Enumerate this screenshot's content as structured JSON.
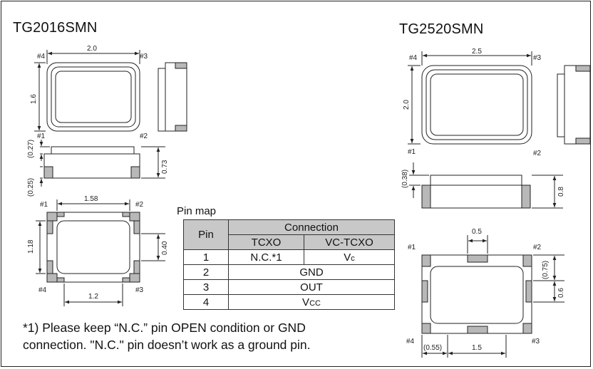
{
  "left_title": "TG2016SMN",
  "right_title": "TG2520SMN",
  "left": {
    "top_pin4": "#4",
    "top_pin3": "#3",
    "top_pin1": "#1",
    "top_pin2": "#2",
    "width": "2.0",
    "height": "1.6",
    "side_top": "(0.27)",
    "side_bottom": "(0.25)",
    "side_height": "0.73",
    "pad_width": "1.58",
    "pad_height": "1.18",
    "pad_gap": "0.40",
    "pad_bottom": "1.2",
    "bot_pin1": "#1",
    "bot_pin2": "#2",
    "bot_pin4": "#4",
    "bot_pin3": "#3"
  },
  "right": {
    "top_pin4": "#4",
    "top_pin3": "#3",
    "top_pin1": "#1",
    "top_pin2": "#2",
    "width": "2.5",
    "height": "2.0",
    "side_top": "(0.38)",
    "side_height": "0.8",
    "pad_top": "0.5",
    "pad_right_upper": "(0.75)",
    "pad_right_lower": "0.6",
    "pad_left_bottom": "(0.55)",
    "pad_bottom": "1.5",
    "bot_pin1": "#1",
    "bot_pin2": "#2",
    "bot_pin4": "#4",
    "bot_pin3": "#3"
  },
  "pinmap": {
    "title": "Pin map",
    "header_pin": "Pin",
    "header_connection": "Connection",
    "header_tcxo": "TCXO",
    "header_vctcxo": "VC-TCXO",
    "rows": [
      {
        "pin": "1",
        "tcxo": "N.C.*1",
        "vctcxo_main": "V",
        "vctcxo_sub": "c"
      },
      {
        "pin": "2",
        "both": "GND"
      },
      {
        "pin": "3",
        "both": "OUT"
      },
      {
        "pin": "4",
        "both_main": "V",
        "both_sub": "CC"
      }
    ]
  },
  "note_line1": "*1) Please keep “N.C.” pin OPEN condition or GND",
  "note_line2": "connection. \"N.C.\" pin doesn’t work as a ground pin.",
  "colors": {
    "pad": "#b8b8b8",
    "line": "#222222"
  }
}
